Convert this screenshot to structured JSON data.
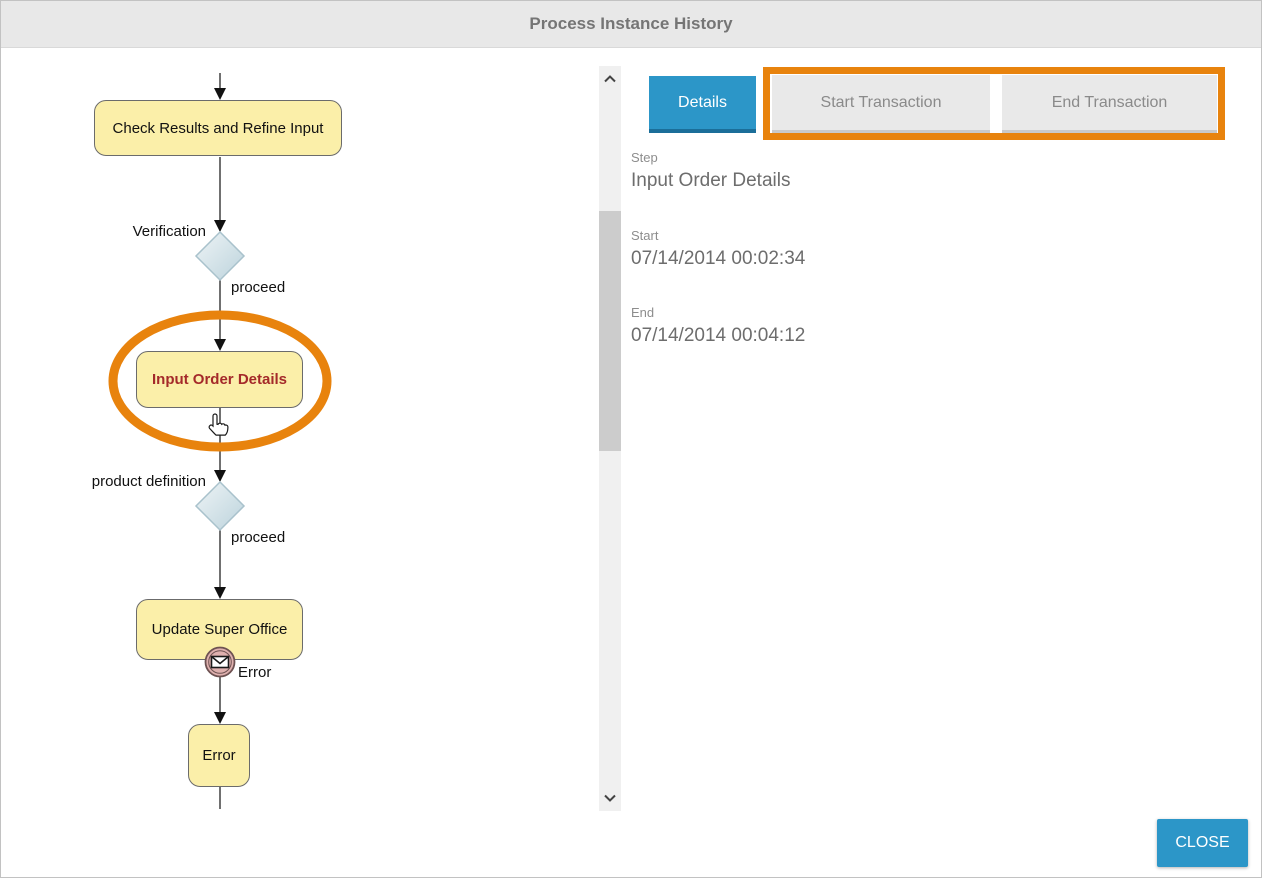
{
  "dialog": {
    "title": "Process Instance History",
    "close_label": "CLOSE"
  },
  "tabs": [
    {
      "label": "Details",
      "active": true
    },
    {
      "label": "Start Transaction",
      "active": false
    },
    {
      "label": "End Transaction",
      "active": false
    }
  ],
  "details": {
    "step_label": "Step",
    "step_value": "Input Order Details",
    "start_label": "Start",
    "start_value": "07/14/2014 00:02:34",
    "end_label": "End",
    "end_value": "07/14/2014 00:04:12"
  },
  "flowchart": {
    "task_check_results": "Check Results and Refine Input",
    "gateway_verification": "Verification",
    "edge_proceed_1": "proceed",
    "task_input_order": "Input Order Details",
    "gateway_product_definition": "product definition",
    "edge_proceed_2": "proceed",
    "task_update_super_office": "Update Super Office",
    "boundary_event_error": "Error",
    "task_error": "Error"
  },
  "colors": {
    "accent_blue": "#2C96C8",
    "highlight_orange": "#E8830D",
    "task_fill": "#FBEFA9",
    "selected_task_text": "#A42A2A",
    "titlebar_bg": "#E8E8E8"
  }
}
